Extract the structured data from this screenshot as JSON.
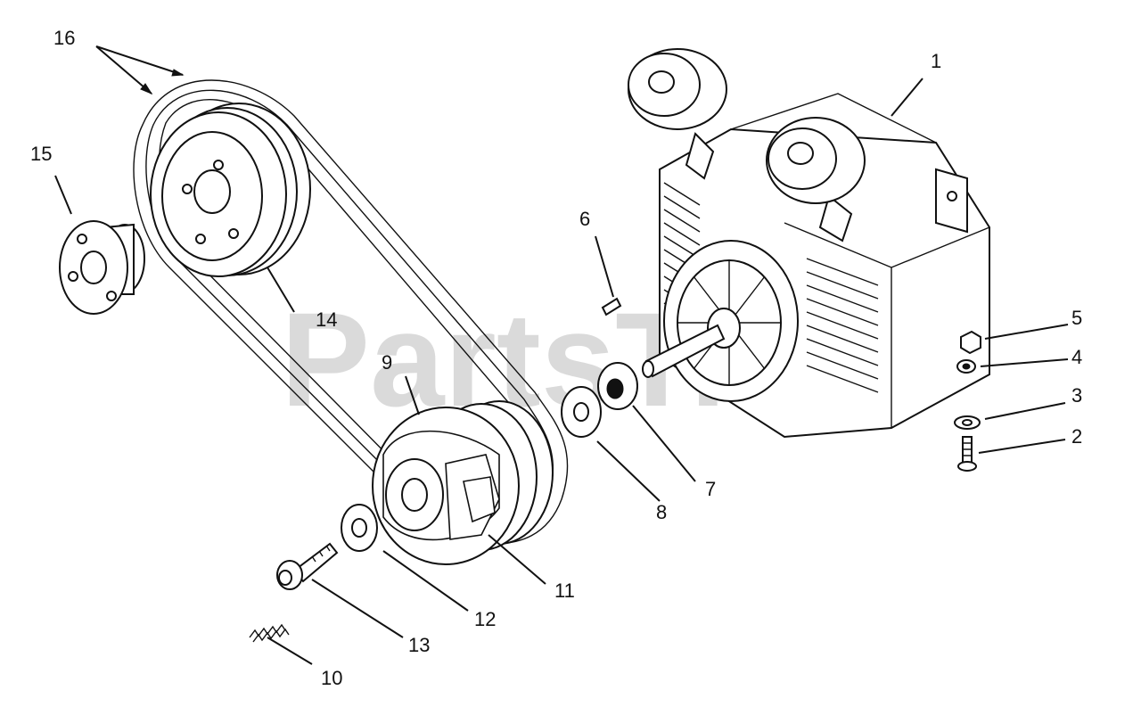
{
  "watermark": "PartsTree",
  "callouts": {
    "c1": "1",
    "c2": "2",
    "c3": "3",
    "c4": "4",
    "c5": "5",
    "c6": "6",
    "c7": "7",
    "c8": "8",
    "c9": "9",
    "c10": "10",
    "c11": "11",
    "c12": "12",
    "c13": "13",
    "c14": "14",
    "c15": "15",
    "c16": "16"
  }
}
